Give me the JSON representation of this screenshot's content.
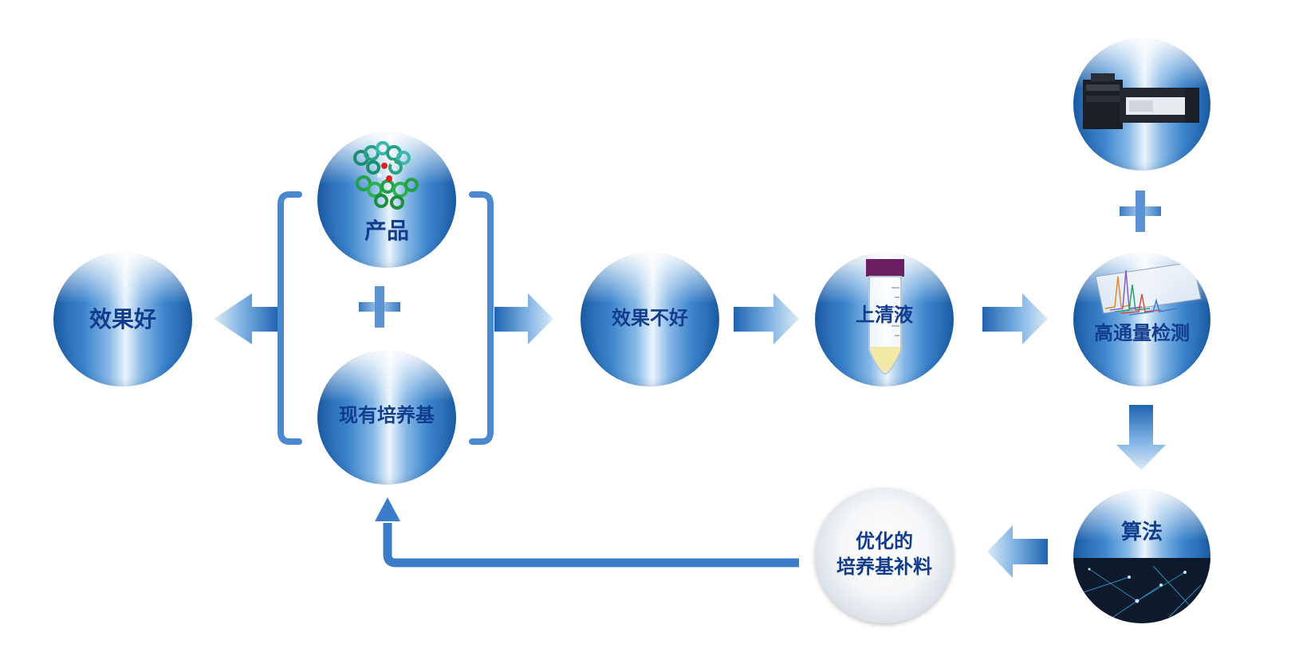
{
  "nodes": {
    "good": "效果好",
    "product": "产品",
    "medium": "现有培养基",
    "bad": "效果不好",
    "supernatant": "上清液",
    "hts": "高通量检测",
    "algorithm": "算法",
    "optimized_line1": "优化的",
    "optimized_line2": "培养基补料",
    "plus_symbol": "+"
  },
  "icons": [
    "protein-structure-icon",
    "centrifuge-tube-icon",
    "hplc-instrument-icon",
    "spectrum-chart-icon",
    "network-data-icon",
    "powder-dish-icon"
  ],
  "colors": {
    "arrow": "#3b7cc8",
    "text": "#123c8c",
    "bracket": "#4a88d0"
  }
}
